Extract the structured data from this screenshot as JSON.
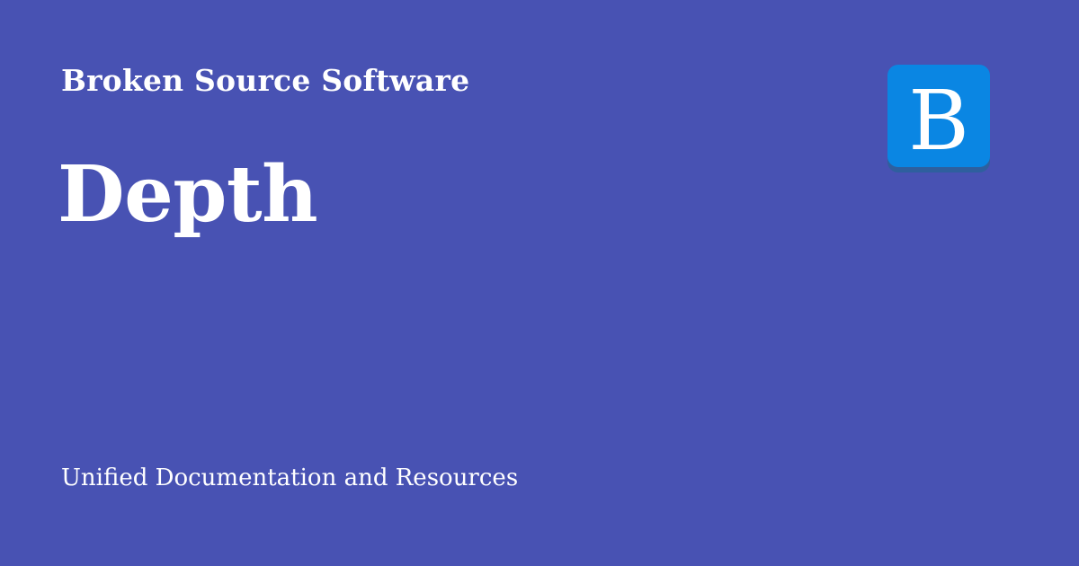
{
  "header": {
    "site_name": "Broken Source Software"
  },
  "main": {
    "title": "Depth",
    "description": "Unified Documentation and Resources"
  },
  "logo": {
    "letter": "B",
    "icon": "logo-b-icon",
    "background_color": "#0A86E3",
    "shadow_color": "#2E5F9E"
  },
  "theme": {
    "background_color": "#4852B3",
    "text_color": "#FFFFFF"
  }
}
